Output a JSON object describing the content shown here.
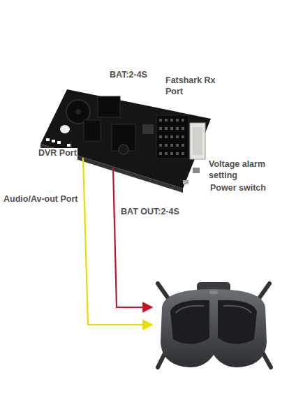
{
  "diagram": {
    "labels": [
      "BAT:2-4S",
      "Fatshark Rx Port",
      "DVR Port",
      "Voltage alarm setting",
      "Power switch",
      "Audio/Av-out Port",
      "BAT OUT:2-4S"
    ]
  }
}
